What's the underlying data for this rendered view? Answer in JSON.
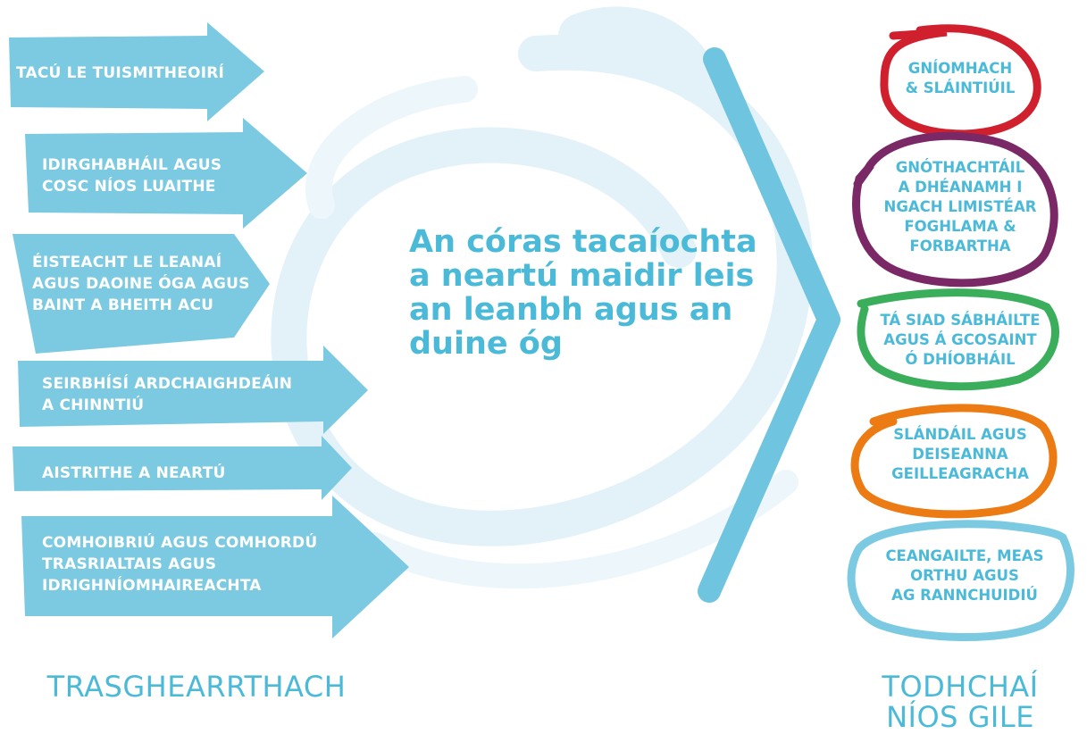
{
  "colors": {
    "arrow_fill": "#7ccae2",
    "swirl": "#e3f2f8",
    "chevron": "#6fc4df",
    "text_blue": "#4bbad8",
    "red": "#d0202e",
    "purple": "#7b2866",
    "green": "#3aae5a",
    "orange": "#ec7b14",
    "light_blue": "#7ccae2"
  },
  "left_arrows": [
    {
      "label": "TACÚ LE TUISMITHEOIRÍ"
    },
    {
      "label": "IDIRGHABHÁIL AGUS\nCOSC NÍOS LUAITHE"
    },
    {
      "label": "ÉISTEACHT LE LEANAÍ\nAGUS DAOINE ÓGA AGUS\nBAINT A BHEITH ACU"
    },
    {
      "label": "SEIRBHÍSÍ ARDCHAIGHDEÁIN\nA CHINNTIÚ"
    },
    {
      "label": "AISTRITHE A NEARTÚ"
    },
    {
      "label": "COMHOIBRIÚ AGUS COMHORDÚ\nTRASRIALTAIS AGUS\nIDRIGHNÍOMHAIREACHTA"
    }
  ],
  "center_text": "An córas tacaíochta\na neartú maidir leis\nan leanbh agus an\nduine óg",
  "outcomes": [
    {
      "label": "GNÍOMHACH\n& SLÁINTIÚIL",
      "color": "#d0202e"
    },
    {
      "label": "GNÓTHACHTÁIL\nA DHÉANAMH I\nNGACH LIMISTÉAR\nFOGHLAMA &\nFORBARTHA",
      "color": "#7b2866"
    },
    {
      "label": "TÁ SIAD SÁBHÁILTE\nAGUS Á GCOSAINT\nÓ DHÍOBHÁIL",
      "color": "#3aae5a"
    },
    {
      "label": "SLÁNDÁIL AGUS\nDEISEANNA\nGEILLEAGRACHA",
      "color": "#ec7b14"
    },
    {
      "label": "CEANGAILTE, MEAS\nORTHU AGUS\nAG RANNCHUIDIÚ",
      "color": "#4bbad8"
    }
  ],
  "footer": {
    "left": "TRASGHEARRTHACH",
    "right": "TODHCHAÍ\nNÍOS GILE"
  }
}
